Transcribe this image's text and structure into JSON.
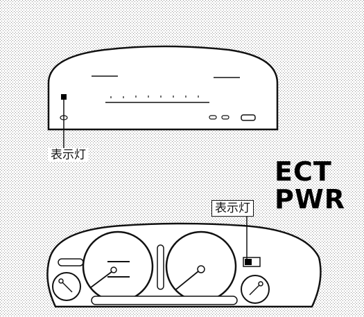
{
  "labels": {
    "indicator_top": "表示灯",
    "indicator_bottom": "表示灯",
    "ect_line1": "ECT",
    "ect_line2": "PWR"
  },
  "colors": {
    "stipple": "#8a8a8a",
    "ink": "#111111",
    "panel": "#ffffff"
  }
}
